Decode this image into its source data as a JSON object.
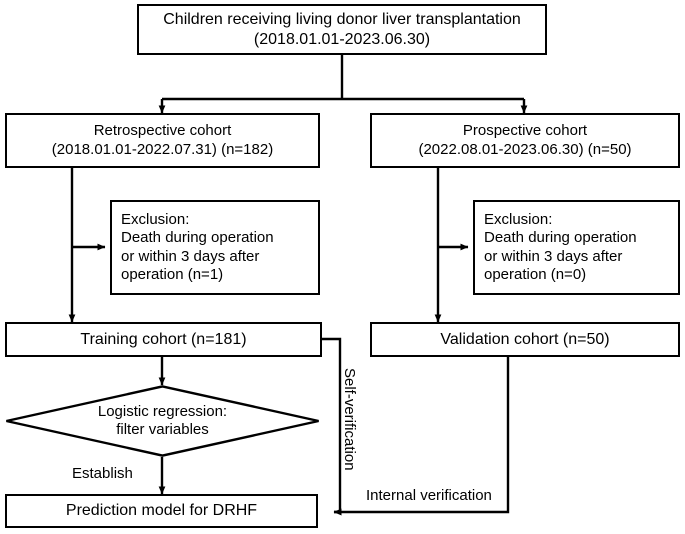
{
  "figure": {
    "type": "flowchart",
    "title": "Study population flow diagram for DRHF prediction model",
    "stroke_color": "#000000",
    "background_color": "#ffffff",
    "text_color": "#000000"
  },
  "nodes": {
    "enrollment": {
      "shape": "rectangle",
      "line1": "Children receiving living donor liver transplantation",
      "line2": "(2018.01.01-2023.06.30)"
    },
    "retrospective_cohort": {
      "shape": "rectangle",
      "line1": "Retrospective cohort",
      "line2": "(2018.01.01-2022.07.31) (n=182)"
    },
    "prospective_cohort": {
      "shape": "rectangle",
      "line1": "Prospective cohort",
      "line2": "(2022.08.01-2023.06.30) (n=50)"
    },
    "exclusion_left": {
      "shape": "rectangle",
      "line1": "Exclusion:",
      "line2": "Death during operation",
      "line3": "or within 3 days after",
      "line4": "operation (n=1)"
    },
    "exclusion_right": {
      "shape": "rectangle",
      "line1": "Exclusion:",
      "line2": "Death during operation",
      "line3": "or within 3 days after",
      "line4": "operation (n=0)"
    },
    "training_cohort": {
      "shape": "rectangle",
      "label": "Training cohort (n=181)"
    },
    "validation_cohort": {
      "shape": "rectangle",
      "label": "Validation cohort (n=50)"
    },
    "logistic_regression": {
      "shape": "diamond",
      "line1": "Logistic regression:",
      "line2": "filter variables"
    },
    "prediction_model": {
      "shape": "rectangle",
      "label": "Prediction model for DRHF"
    }
  },
  "edge_labels": {
    "establish": "Establish",
    "self_verification": "Self-verification",
    "internal_verification": "Internal verification"
  }
}
